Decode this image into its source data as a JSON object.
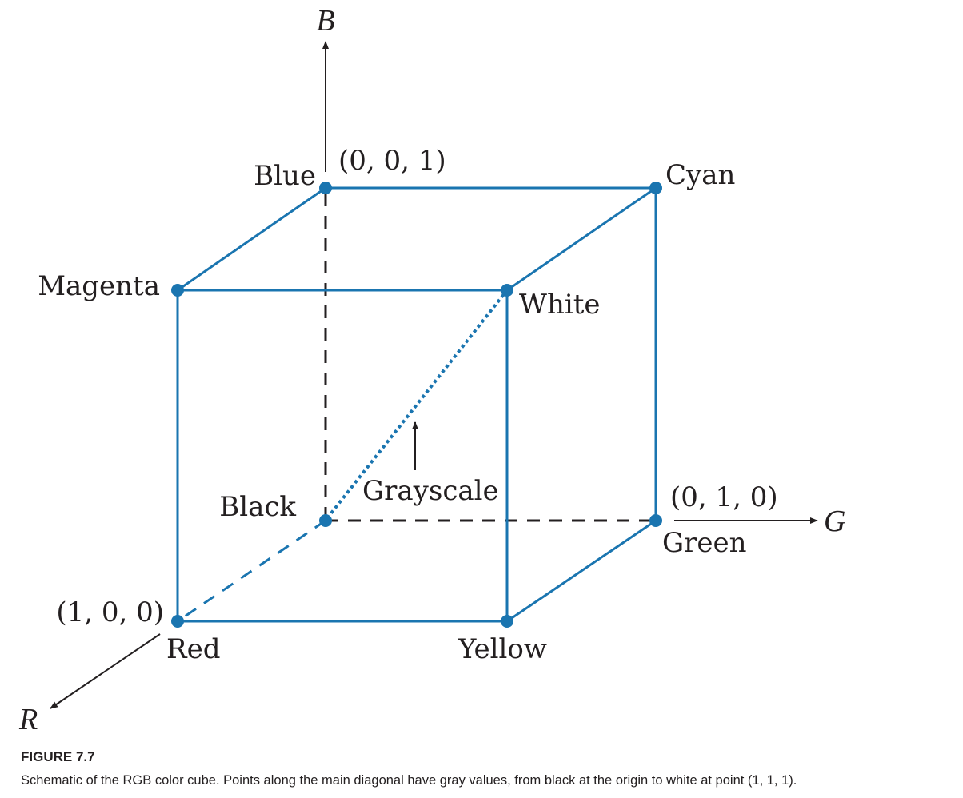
{
  "figure": {
    "axes": {
      "b": "B",
      "g": "G",
      "r": "R"
    },
    "vertices": {
      "blue": "Blue",
      "cyan": "Cyan",
      "magenta": "Magenta",
      "white": "White",
      "black": "Black",
      "green": "Green",
      "red": "Red",
      "yellow": "Yellow"
    },
    "coords": {
      "blue": "(0, 0, 1)",
      "green": "(0, 1, 0)",
      "red": "(1, 0, 0)"
    },
    "diagonal_label": "Grayscale",
    "colors": {
      "cube": "#1a75b0",
      "ink": "#231f20"
    }
  },
  "caption": {
    "title": "FIGURE 7.7",
    "text": "Schematic of the RGB color cube. Points along the main diagonal have gray values, from black at the origin to white at point (1, 1, 1)."
  }
}
